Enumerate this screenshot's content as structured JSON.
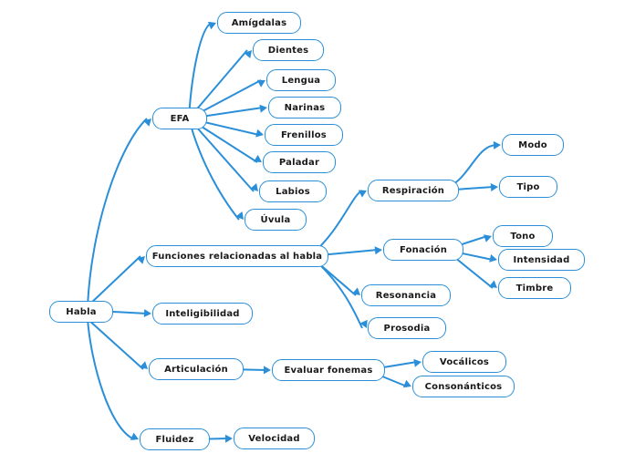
{
  "nodes": {
    "habla": "Habla",
    "efa": "EFA",
    "amigdalas": "Amígdalas",
    "dientes": "Dientes",
    "lengua": "Lengua",
    "narinas": "Narinas",
    "frenillos": "Frenillos",
    "paladar": "Paladar",
    "labios": "Labios",
    "uvula": "Úvula",
    "funciones": "Funciones relacionadas al habla",
    "respiracion": "Respiración",
    "modo": "Modo",
    "tipo": "Tipo",
    "fonacion": "Fonación",
    "tono": "Tono",
    "intensidad": "Intensidad",
    "timbre": "Timbre",
    "resonancia": "Resonancia",
    "prosodia": "Prosodia",
    "inteligibilidad": "Inteligibilidad",
    "articulacion": "Articulación",
    "evaluar": "Evaluar fonemas",
    "vocalicos": "Vocálicos",
    "consonanticos": "Consonánticos",
    "fluidez": "Fluidez",
    "velocidad": "Velocidad"
  },
  "edges": [
    [
      "habla",
      "efa"
    ],
    [
      "habla",
      "funciones"
    ],
    [
      "habla",
      "inteligibilidad"
    ],
    [
      "habla",
      "articulacion"
    ],
    [
      "habla",
      "fluidez"
    ],
    [
      "efa",
      "amigdalas"
    ],
    [
      "efa",
      "dientes"
    ],
    [
      "efa",
      "lengua"
    ],
    [
      "efa",
      "narinas"
    ],
    [
      "efa",
      "frenillos"
    ],
    [
      "efa",
      "paladar"
    ],
    [
      "efa",
      "labios"
    ],
    [
      "efa",
      "uvula"
    ],
    [
      "funciones",
      "respiracion"
    ],
    [
      "funciones",
      "fonacion"
    ],
    [
      "funciones",
      "resonancia"
    ],
    [
      "funciones",
      "prosodia"
    ],
    [
      "respiracion",
      "modo"
    ],
    [
      "respiracion",
      "tipo"
    ],
    [
      "fonacion",
      "tono"
    ],
    [
      "fonacion",
      "intensidad"
    ],
    [
      "fonacion",
      "timbre"
    ],
    [
      "articulacion",
      "evaluar"
    ],
    [
      "evaluar",
      "vocalicos"
    ],
    [
      "evaluar",
      "consonanticos"
    ],
    [
      "fluidez",
      "velocidad"
    ]
  ],
  "colors": {
    "line": "#2a8fd8",
    "node_border": "#2a8fd8",
    "text": "#1a1a1a"
  }
}
